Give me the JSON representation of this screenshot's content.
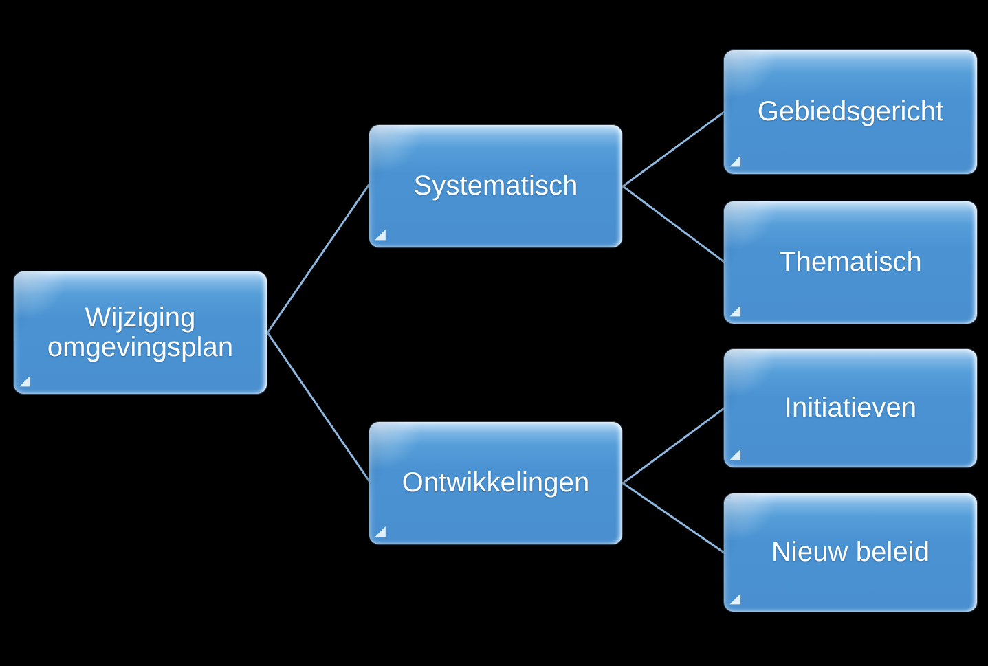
{
  "diagram": {
    "type": "hierarchy",
    "title": "Wijziging omgevingsplan",
    "background_color": "#000000",
    "node_fill_color": "#4a90d0",
    "node_highlight_color": "#cfe5f8",
    "node_text_color": "#ffffff",
    "connector_color": "#8fb8e0",
    "nodes": [
      {
        "id": "root",
        "label": "Wijziging\nomgevingsplan",
        "level": 0
      },
      {
        "id": "l1-a",
        "label": "Systematisch",
        "level": 1
      },
      {
        "id": "l1-b",
        "label": "Ontwikkelingen",
        "level": 1
      },
      {
        "id": "l2-a",
        "label": "Gebiedsgericht",
        "level": 2
      },
      {
        "id": "l2-b",
        "label": "Thematisch",
        "level": 2
      },
      {
        "id": "l2-c",
        "label": "Initiatieven",
        "level": 2
      },
      {
        "id": "l2-d",
        "label": "Nieuw beleid",
        "level": 2
      }
    ],
    "edges": [
      {
        "from": "root",
        "to": "l1-a"
      },
      {
        "from": "root",
        "to": "l1-b"
      },
      {
        "from": "l1-a",
        "to": "l2-a"
      },
      {
        "from": "l1-a",
        "to": "l2-b"
      },
      {
        "from": "l1-b",
        "to": "l2-c"
      },
      {
        "from": "l1-b",
        "to": "l2-d"
      }
    ]
  }
}
